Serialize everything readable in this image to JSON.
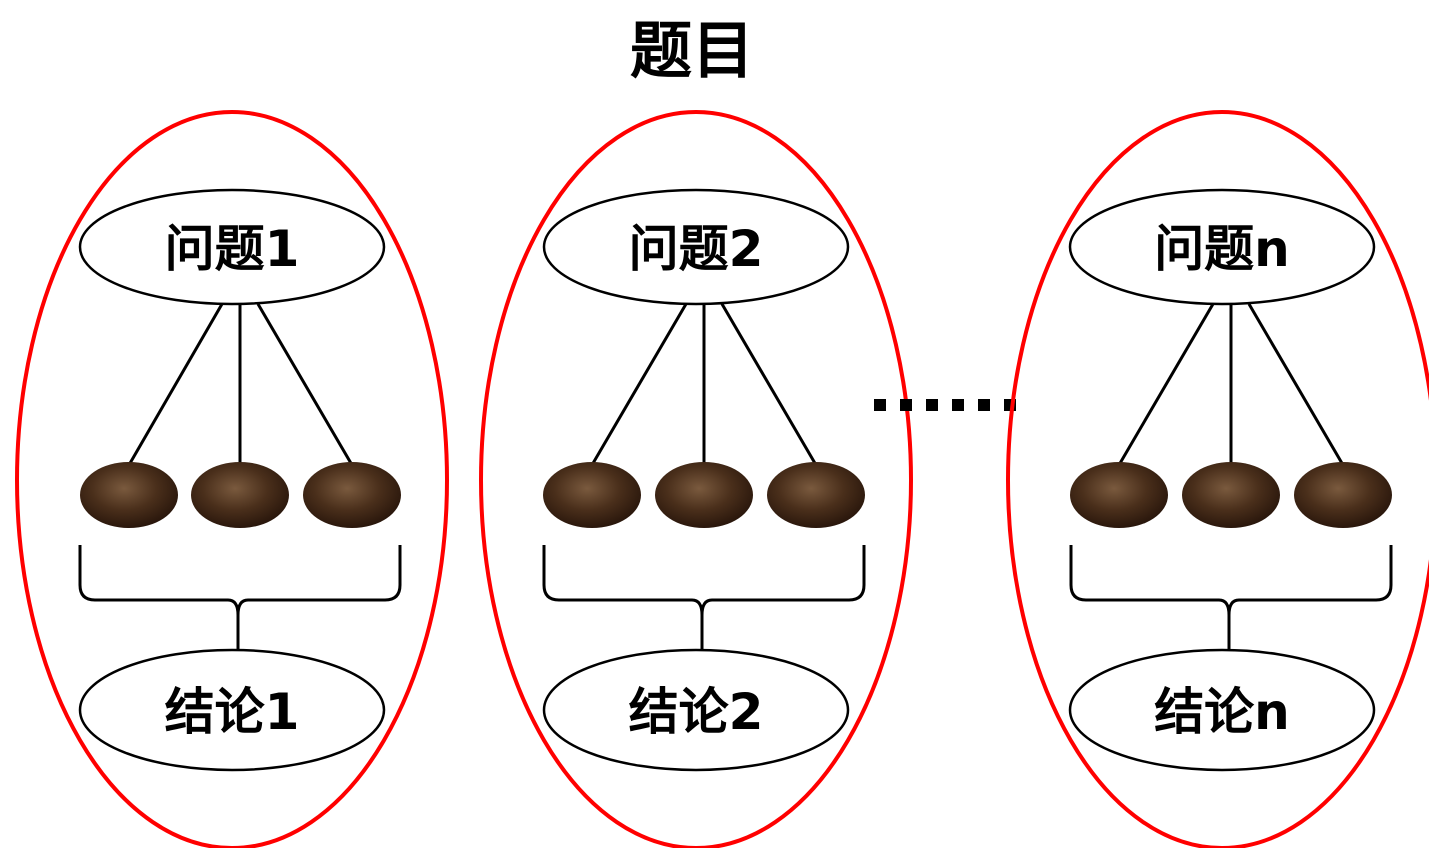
{
  "title": "题目",
  "ellipsis": "……",
  "colors": {
    "group_outline": "#ff0000",
    "line": "#000000",
    "seed_dark": "#3a2414",
    "seed_light": "#7a5a3e"
  },
  "groups": [
    {
      "question": "问题1",
      "conclusion": "结论1",
      "seed_count": 3
    },
    {
      "question": "问题2",
      "conclusion": "结论2",
      "seed_count": 3
    },
    {
      "question": "问题n",
      "conclusion": "结论n",
      "seed_count": 3
    }
  ]
}
